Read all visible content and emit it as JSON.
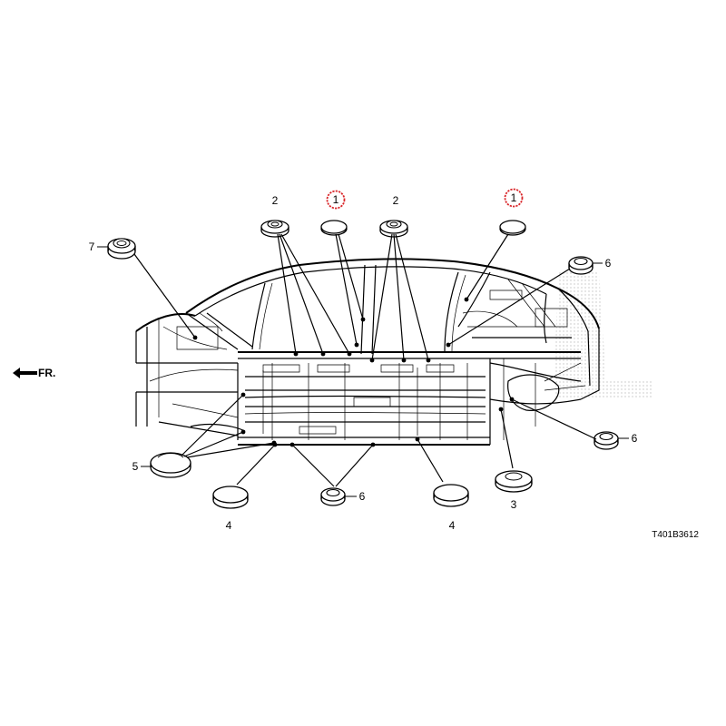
{
  "diagram_code": "T401B3612",
  "front_label": "FR.",
  "highlight_color": "#d9262a",
  "callouts": {
    "c2a": "2",
    "c1a": "1",
    "c2b": "2",
    "c1b": "1",
    "c7": "7",
    "c6a": "6",
    "c6b": "6",
    "c5": "5",
    "c6c": "6",
    "c4a": "4",
    "c4b": "4",
    "c3": "3"
  }
}
